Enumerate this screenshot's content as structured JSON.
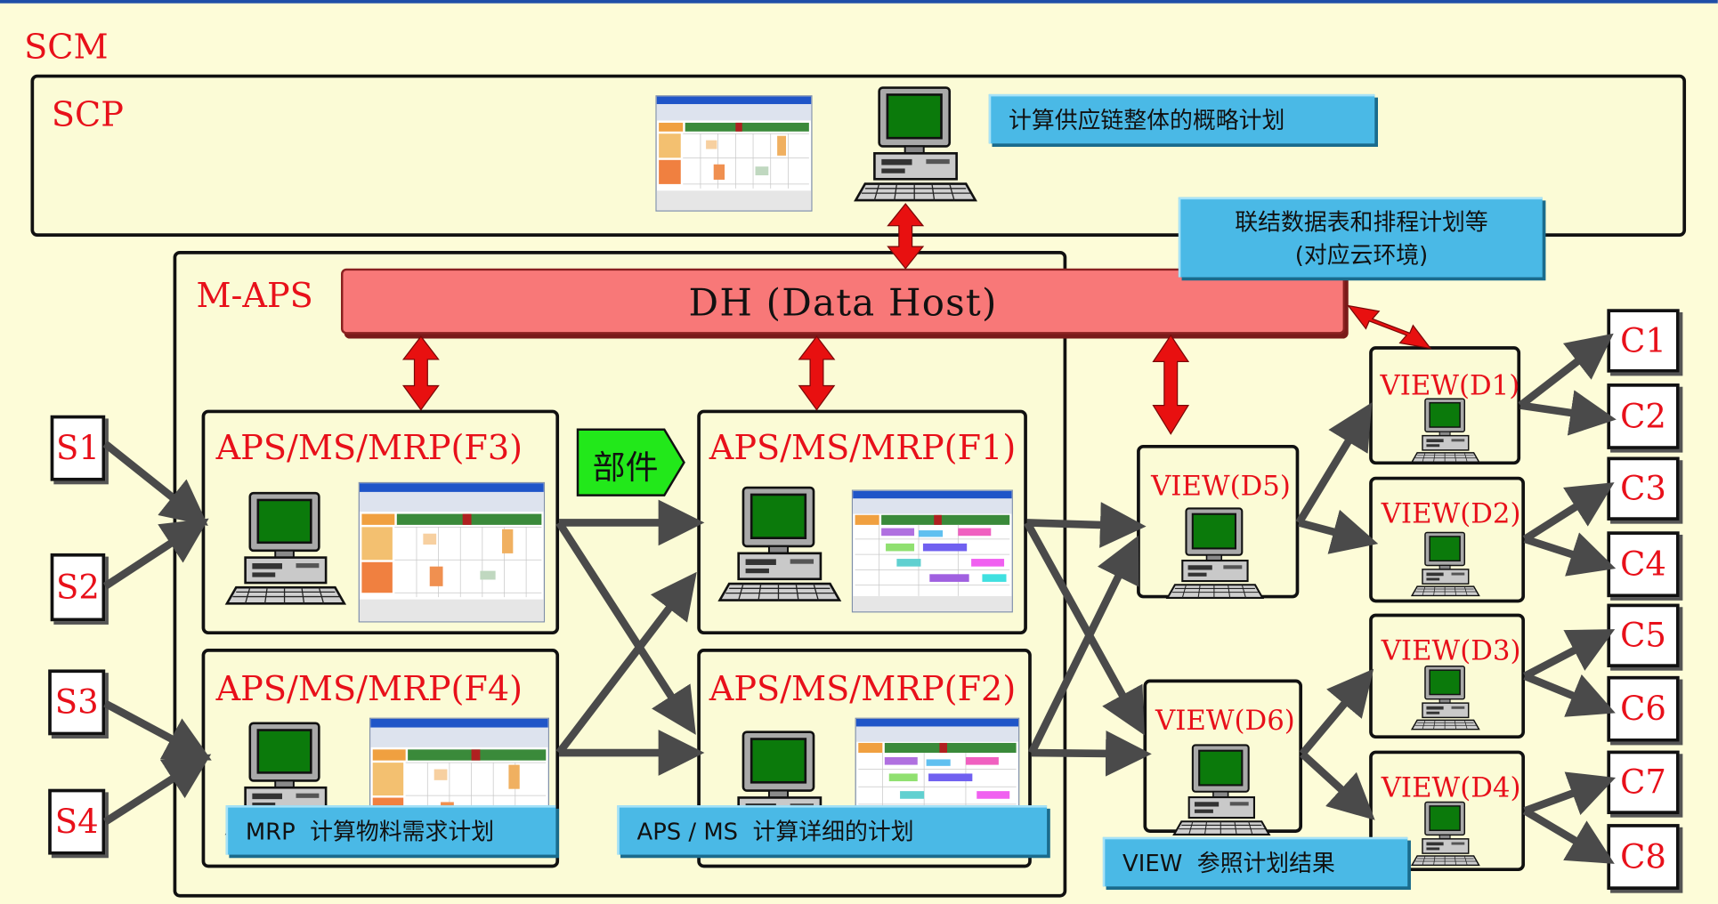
{
  "colors": {
    "background": "#fdfcd8",
    "label_red": "#e8101a",
    "data_host_fill": "#f87878",
    "tag_blue": "#4ab9e6",
    "arrow_gray": "#4a4a4a",
    "double_arrow_red": "#e81010",
    "parts_green": "#22e81a",
    "monitor_screen": "#0b7a0b"
  },
  "scm_label": "SCM",
  "scp": {
    "label": "SCP",
    "description": "计算供应链整体的概略计划"
  },
  "linkage_note": {
    "line1": "联结数据表和排程计划等",
    "line2": "(对应云环境)"
  },
  "maps": {
    "label": "M-APS",
    "data_host": "DH (Data Host)",
    "parts_label": "部件",
    "f3": "APS/MS/MRP(F3)",
    "f4": "APS/MS/MRP(F4)",
    "f1": "APS/MS/MRP(F1)",
    "f2": "APS/MS/MRP(F2)",
    "mrp_note": "MRP  计算物料需求计划",
    "aps_note": "APS / MS  计算详细的计划"
  },
  "views": {
    "d5": "VIEW(D5)",
    "d6": "VIEW(D6)",
    "d1": "VIEW(D1)",
    "d2": "VIEW(D2)",
    "d3": "VIEW(D3)",
    "d4": "VIEW(D4)",
    "note": "VIEW  参照计划结果"
  },
  "suppliers": [
    "S1",
    "S2",
    "S3",
    "S4"
  ],
  "customers": [
    "C1",
    "C2",
    "C3",
    "C4",
    "C5",
    "C6",
    "C7",
    "C8"
  ],
  "icons": [
    "computer-icon",
    "schedule-screenshot-icon",
    "double-arrow-icon",
    "flow-arrow-icon"
  ]
}
